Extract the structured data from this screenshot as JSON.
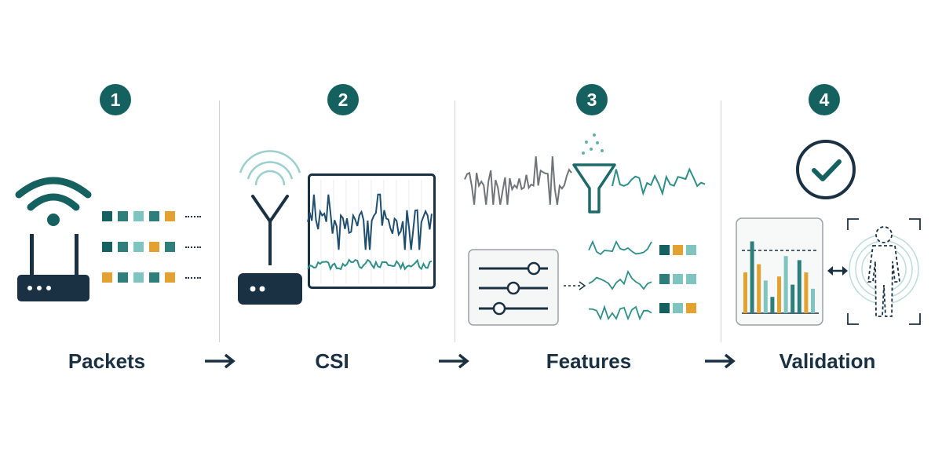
{
  "colors": {
    "teal_dark": "#15615f",
    "teal": "#2e7f7c",
    "teal_light": "#7fc4bf",
    "amber": "#e3a12f",
    "navy": "#1a3043",
    "gray": "#8a8f94"
  },
  "steps": [
    {
      "number": "1",
      "label": "Packets",
      "icon": "wifi-router-icon"
    },
    {
      "number": "2",
      "label": "CSI",
      "icon": "antenna-router-icon"
    },
    {
      "number": "3",
      "label": "Features",
      "icon": "filter-funnel-icon"
    },
    {
      "number": "4",
      "label": "Validation",
      "icon": "check-circle-icon"
    }
  ],
  "packet_rows": [
    [
      "teal_dark",
      "teal",
      "teal_light",
      "teal",
      "amber"
    ],
    [
      "teal_dark",
      "teal",
      "teal_light",
      "amber",
      "teal"
    ],
    [
      "amber",
      "teal",
      "teal_light",
      "teal",
      "amber"
    ]
  ],
  "feature_rows": [
    [
      "teal_dark",
      "amber",
      "teal_light"
    ],
    [
      "teal",
      "teal_light",
      "teal_light"
    ],
    [
      "teal_dark",
      "teal_light",
      "amber"
    ]
  ],
  "validation_bars": [
    {
      "value": 0.5,
      "color": "amber"
    },
    {
      "value": 0.88,
      "color": "teal"
    },
    {
      "value": 0.6,
      "color": "amber"
    },
    {
      "value": 0.4,
      "color": "teal_light"
    },
    {
      "value": 0.2,
      "color": "teal"
    },
    {
      "value": 0.45,
      "color": "amber"
    },
    {
      "value": 0.7,
      "color": "teal_light"
    },
    {
      "value": 0.35,
      "color": "teal"
    },
    {
      "value": 0.65,
      "color": "teal"
    },
    {
      "value": 0.5,
      "color": "amber"
    },
    {
      "value": 0.3,
      "color": "teal_light"
    }
  ]
}
